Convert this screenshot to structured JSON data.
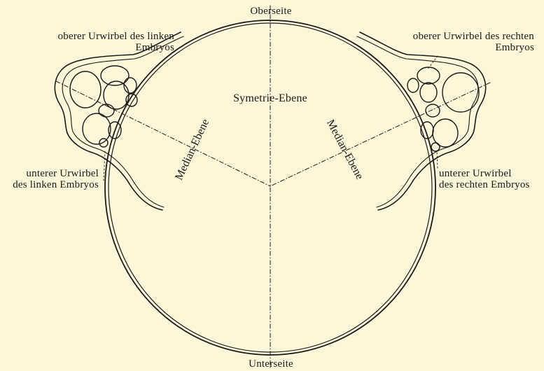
{
  "labels": {
    "top": "Oberseite",
    "bottom": "Unterseite",
    "symmetry_plane": "Symetrie-Ebene",
    "median_plane_left": "Median-Ebene",
    "median_plane_right": "Median-Ebene",
    "upper_left_line1": "oberer Urwirbel des linken",
    "upper_left_line2": "Embryos",
    "upper_right_line1": "oberer Urwirbel des rechten",
    "upper_right_line2": "Embryos",
    "lower_left_line1": "unterer Urwirbel",
    "lower_left_line2": "des linken Embryos",
    "lower_right_line1": "unterer Urwirbel",
    "lower_right_line2": "des rechten Embryos"
  },
  "colors": {
    "background": "#fdf6d8",
    "ink": "#1a1a1a"
  }
}
